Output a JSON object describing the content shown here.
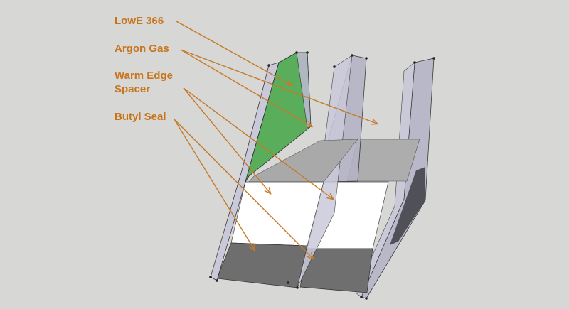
{
  "colors": {
    "background": "#d7d7d5",
    "label": "#c8741b",
    "leader_line": "#c57a2a",
    "glass_pane": "#b9b9cc",
    "glass_pane_edge": "#c6c6d8",
    "low_e_coating": "#5cad5c",
    "argon_gas_fill": "#aeaeae",
    "spacer": "#ffffff",
    "butyl_seal": "#707070",
    "outline": "#2a2a2a"
  },
  "callouts": {
    "lowe": "LowE 366",
    "argon": "Argon Gas",
    "warm_edge_line1": "Warm Edge",
    "warm_edge_line2": "Spacer",
    "butyl": "Butyl Seal"
  },
  "icons": {
    "arrowhead": "arrow-head-icon",
    "vertex": "vertex-dot-icon"
  }
}
